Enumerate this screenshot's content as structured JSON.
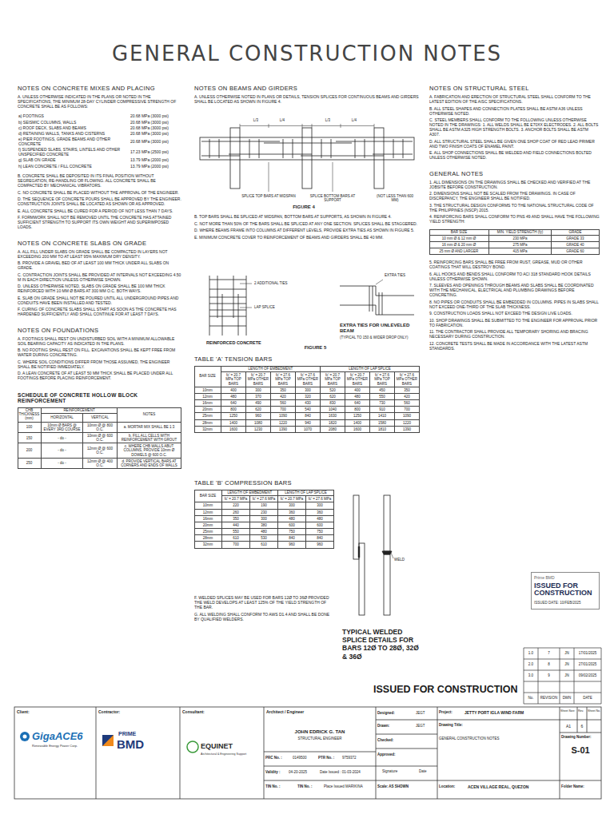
{
  "diagram": {
    "title": "GENERAL CONSTRUCTION NOTES",
    "nodes": [
      {
        "text": [
          "Prime BMD",
          "ISSUED FOR CONSTRUCTION",
          "ISSUED DATE: 10/FEB/2025"
        ]
      }
    ],
    "labels": [
      "NOTES ON CONCRETE MIXES AND PLACING",
      "A. UNLESS OTHERWISE INDICATED IN THE PLANS OR NOTED IN THE SPECIFICATIONS, THE MINIMUM 28-DAY CYLINDER COMPRESSIVE STRENGTH OF CONCRETE SHALL BE AS FOLLOWS:",
      "a) FOOTINGS",
      "20.68 MPa (3000 psi)",
      "b) SEISMIC COLUMNS, WALLS",
      "20.68 MPa (3000 psi)",
      "c) ROOF DECK, SLABS AND BEAMS",
      "20.68 MPa (3000 psi)",
      "d) RETAINING WALLS, TANKS AND CISTERNS",
      "20.68 MPa (3000 psi)",
      "e) PIER FOOTINGS, GRADE BEAMS AND OTHER CONCRETE",
      "20.68 MPa (3000 psi)",
      "f) SUSPENDED SLABS, STAIRS, LINTELS AND OTHER UNSPECIFIED CONCRETE",
      "17.23 MPa (2500 psi)",
      "g) SLAB ON GRADE",
      "13.79 MPa (2000 psi)",
      "h) LEAN CONCRETE / FILL CONCRETE",
      "13.79 MPa (2000 psi)",
      "B. CONCRETE SHALL BE DEPOSITED IN ITS FINAL POSITION WITHOUT SEGREGATION, RE-HANDLING OR FLOWING. ALL CONCRETE SHALL BE COMPACTED BY MECHANICAL VIBRATORS.",
      "C. NO CONCRETE SHALL BE PLACED WITHOUT THE APPROVAL OF THE ENGINEER.",
      "D. THE SEQUENCE OF CONCRETE POURS SHALL BE APPROVED BY THE ENGINEER. CONSTRUCTION JOINTS SHALL BE LOCATED AS SHOWN OR AS APPROVED.",
      "E. ALL CONCRETE SHALL BE CURED FOR A PERIOD OF NOT LESS THAN 7 DAYS.",
      "F. FORMWORK SHALL NOT BE REMOVED UNTIL THE CONCRETE HAS ATTAINED SUFFICIENT STRENGTH TO SUPPORT ITS OWN WEIGHT AND SUPERIMPOSED LOADS.",
      "NOTES ON CONCRETE SLABS ON GRADE",
      "A. ALL FILL UNDER SLABS ON GRADE SHALL BE COMPACTED IN LAYERS NOT EXCEEDING 200 MM TO AT LEAST 95% MAXIMUM DRY DENSITY.",
      "B. PROVIDE A GRAVEL BED OF AT LEAST 100 MM THICK UNDER ALL SLABS ON GRADE.",
      "C. CONTRACTION JOINTS SHALL BE PROVIDED AT INTERVALS NOT EXCEEDING 4.50 M IN EACH DIRECTION UNLESS OTHERWISE SHOWN.",
      "D. UNLESS OTHERWISE NOTED, SLABS ON GRADE SHALL BE 100 MM THICK REINFORCED WITH 10 MM Ø BARS AT 300 MM O.C. BOTH WAYS.",
      "E. SLAB ON GRADE SHALL NOT BE POURED UNTIL ALL UNDERGROUND PIPES AND CONDUITS HAVE BEEN INSTALLED AND TESTED.",
      "F. CURING OF CONCRETE SLABS SHALL START AS SOON AS THE CONCRETE HAS HARDENED SUFFICIENTLY AND SHALL CONTINUE FOR AT LEAST 7 DAYS.",
      "NOTES ON FOUNDATIONS",
      "A. FOOTINGS SHALL REST ON UNDISTURBED SOIL WITH A MINIMUM ALLOWABLE SOIL BEARING CAPACITY AS INDICATED IN THE PLANS.",
      "B. NO FOOTING SHALL REST ON FILL. EXCAVATIONS SHALL BE KEPT FREE FROM WATER DURING CONCRETING.",
      "C. WHERE SOIL CONDITIONS DIFFER FROM THOSE ASSUMED, THE ENGINEER SHALL BE NOTIFIED IMMEDIATELY.",
      "D. A LEAN CONCRETE OF AT LEAST 50 MM THICK SHALL BE PLACED UNDER ALL FOOTINGS BEFORE PLACING REINFORCEMENT.",
      "SCHEDULE OF CONCRETE HOLLOW BLOCK REINFORCEMENT",
      "CHB THICKNESS (mm)",
      "REINFORCEMENT",
      "NOTES",
      "HORIZONTAL",
      "VERTICAL",
      "100",
      "10mm Ø BARS @ EVERY 3RD COURSE",
      "10mm Ø @ 800 O.C.",
      "a. MORTAR MIX SHALL BE 1:3",
      "150",
      "- do -",
      "10mm Ø @ 600 O.C.",
      "b. FILL ALL CELLS WITH REINFORCEMENT WITH GROUT",
      "200",
      "- do -",
      "12mm Ø @ 600 O.C.",
      "c. WHERE CHB WALLS ABUT COLUMNS, PROVIDE 10mm Ø DOWELS @ 600 O.C.",
      "250",
      "- do -",
      "12mm Ø @ 400 O.C.",
      "d. PROVIDE VERTICAL BARS AT CORNERS AND ENDS OF WALLS",
      "NOTES ON BEAMS AND GIRDERS",
      "A. UNLESS OTHERWISE NOTED IN PLANS OR DETAILS, TENSION SPLICES FOR CONTINUOUS BEAMS AND GIRDERS SHALL BE LOCATED AS SHOWN IN FIGURE 4.",
      "L/3",
      "L/4",
      "L/3",
      "L/4",
      "SPLICE TOP BARS AT MIDSPAN",
      "SPLICE BOTTOM BARS AT SUPPORT",
      "(NOT LESS THAN 600 MM)",
      "FIGURE 4",
      "B. TOP BARS SHALL BE SPLICED AT MIDSPAN, BOTTOM BARS AT SUPPORTS, AS SHOWN IN FIGURE 4.",
      "C. NOT MORE THAN 50% OF THE BARS SHALL BE SPLICED AT ANY ONE SECTION. SPLICES SHALL BE STAGGERED.",
      "D. WHERE BEAMS FRAME INTO COLUMNS AT DIFFERENT LEVELS, PROVIDE EXTRA TIES AS SHOWN IN FIGURE 5.",
      "E. MINIMUM CONCRETE COVER TO REINFORCEMENT OF BEAMS AND GIRDERS SHALL BE 40 MM.",
      "2 ADDITIONAL TIES",
      "LAP SPLICE",
      "REINFORCED CONCRETE",
      "EXTRA TIES",
      "EXTRA TIES FOR UNLEVELED BEAM",
      "(TYPICAL TO 150 & WIDER DROP ONLY)",
      "FIGURE 5",
      "TABLE 'A' TENSION BARS",
      "BAR SIZE",
      "LENGTH OF EMBEDMENT",
      "LENGTH OF LAP SPLICE",
      "fc' = 20.7 MPa TOP BARS",
      "fc' = 20.7 MPa OTHER BARS",
      "fc' = 27.6 MPa TOP BARS",
      "fc' = 27.6 MPa OTHER BARS",
      "fc' = 20.7 MPa TOP BARS",
      "fc' = 20.7 MPa OTHER BARS",
      "fc' = 27.6 MPa TOP BARS",
      "fc' = 27.6 MPa OTHER BARS",
      "10mm",
      "400",
      "300",
      "350",
      "300",
      "520",
      "400",
      "450",
      "350",
      "12mm",
      "480",
      "370",
      "420",
      "320",
      "620",
      "480",
      "550",
      "420",
      "16mm",
      "640",
      "490",
      "560",
      "430",
      "830",
      "640",
      "730",
      "560",
      "20mm",
      "800",
      "620",
      "700",
      "540",
      "1040",
      "800",
      "910",
      "700",
      "25mm",
      "1250",
      "960",
      "1090",
      "840",
      "1630",
      "1250",
      "1410",
      "1090",
      "28mm",
      "1400",
      "1080",
      "1220",
      "940",
      "1820",
      "1400",
      "1580",
      "1220",
      "32mm",
      "1600",
      "1230",
      "1390",
      "1070",
      "2080",
      "1600",
      "1810",
      "1390",
      "TABLE 'B' COMPRESSION BARS",
      "BAR SIZE",
      "LENGTH OF EMBEDMENT",
      "LENGTH OF LAP SPLICE",
      "fc' = 20.7 MPa",
      "fc' = 27.6 MPa",
      "fc' = 20.7 MPa",
      "fc' = 27.6 MPa",
      "10mm",
      "220",
      "190",
      "300",
      "300",
      "12mm",
      "260",
      "230",
      "360",
      "360",
      "16mm",
      "350",
      "300",
      "480",
      "480",
      "20mm",
      "440",
      "380",
      "600",
      "600",
      "25mm",
      "550",
      "480",
      "750",
      "750",
      "28mm",
      "610",
      "530",
      "840",
      "840",
      "32mm",
      "700",
      "610",
      "960",
      "960",
      "WELD",
      "TYPICAL WELDED SPLICE DETAILS FOR BARS 12Ø TO 28Ø, 32Ø & 36Ø",
      "F. WELDED SPLICES MAY BE USED FOR BARS 12Ø TO 36Ø PROVIDED THE WELD DEVELOPS AT LEAST 125% OF THE YIELD STRENGTH OF THE BAR.",
      "G. ALL WELDING SHALL CONFORM TO AWS D1.4 AND SHALL BE DONE BY QUALIFIED WELDERS.",
      "NOTES ON STRUCTURAL STEEL",
      "A. FABRICATION AND ERECTION OF STRUCTURAL STEEL SHALL CONFORM TO THE LATEST EDITION OF THE AISC SPECIFICATIONS.",
      "B. ALL STEEL SHAPES AND CONNECTION PLATES SHALL BE ASTM A36 UNLESS OTHERWISE NOTED.",
      "C. STEEL MEMBERS SHALL CONFORM TO THE FOLLOWING UNLESS OTHERWISE NOTED IN THE DRAWINGS: 1. ALL WELDS SHALL BE E70XX ELECTRODES. 2. ALL BOLTS SHALL BE ASTM A325 HIGH STRENGTH BOLTS. 3. ANCHOR BOLTS SHALL BE ASTM A307.",
      "D. ALL STRUCTURAL STEEL SHALL BE GIVEN ONE SHOP COAT OF RED LEAD PRIMER AND TWO FINISH COATS OF ENAMEL PAINT.",
      "E. ALL SHOP CONNECTIONS SHALL BE WELDED AND FIELD CONNECTIONS BOLTED UNLESS OTHERWISE NOTED.",
      "GENERAL NOTES",
      "1. ALL DIMENSIONS ON THE DRAWINGS SHALL BE CHECKED AND VERIFIED AT THE JOBSITE BEFORE CONSTRUCTION.",
      "2. DIMENSIONS SHALL NOT BE SCALED FROM THE DRAWINGS. IN CASE OF DISCREPANCY, THE ENGINEER SHALL BE NOTIFIED.",
      "3. THE STRUCTURAL DESIGN CONFORMS TO THE NATIONAL STRUCTURAL CODE OF THE PHILIPPINES (NSCP) 2015.",
      "4. REINFORCING BARS SHALL CONFORM TO PNS 49 AND SHALL HAVE THE FOLLOWING YIELD STRENGTH:",
      "BAR SIZE",
      "MIN. YIELD STRENGTH (fy)",
      "GRADE",
      "10 mm Ø & 12 mm Ø",
      "230 MPa",
      "GRADE 33",
      "16 mm Ø & 20 mm Ø",
      "275 MPa",
      "GRADE 40",
      "25 mm Ø AND LARGER",
      "415 MPa",
      "GRADE 60",
      "5. REINFORCING BARS SHALL BE FREE FROM RUST, GREASE, MUD OR OTHER COATINGS THAT WILL DESTROY BOND.",
      "6. ALL HOOKS AND BENDS SHALL CONFORM TO ACI 318 STANDARD HOOK DETAILS UNLESS OTHERWISE SHOWN.",
      "7. SLEEVES AND OPENINGS THROUGH BEAMS AND SLABS SHALL BE COORDINATED WITH THE MECHANICAL, ELECTRICAL AND PLUMBING DRAWINGS BEFORE CONCRETING.",
      "8. NO PIPES OR CONDUITS SHALL BE EMBEDDED IN COLUMNS. PIPES IN SLABS SHALL NOT EXCEED ONE-THIRD OF THE SLAB THICKNESS.",
      "9. CONSTRUCTION LOADS SHALL NOT EXCEED THE DESIGN LIVE LOADS.",
      "10. SHOP DRAWINGS SHALL BE SUBMITTED TO THE ENGINEER FOR APPROVAL PRIOR TO FABRICATION.",
      "11. THE CONTRACTOR SHALL PROVIDE ALL TEMPORARY SHORING AND BRACING NECESSARY DURING CONSTRUCTION.",
      "12. CONCRETE TESTS SHALL BE MADE IN ACCORDANCE WITH THE LATEST ASTM STANDARDS.",
      "ISSUED FOR CONSTRUCTION",
      "1.0",
      "7",
      "JN",
      "17/01/2025",
      "2.0",
      "8",
      "JN",
      "27/01/2025",
      "3.0",
      "9",
      "JN",
      "09/02/2025",
      "No.",
      "REVISION",
      "DWN",
      "DATE",
      "Client:",
      "GigaACE6",
      "Renewable Energy Power Corp.",
      "Contractor:",
      "PRIME",
      "BMD",
      "Consultant:",
      "EQUINET",
      "Architectural & Engineering Support",
      "Architect / Engineer",
      "JOHN EDRICK G. TAN",
      "STRUCTURAL ENGINEER",
      "PRC No. :",
      "0149500",
      "PTR No. :",
      "9759372",
      "Validity :",
      "04-20-2025",
      "Date Issued : 01-03-2024",
      "TIN No. :",
      "TIN No. :",
      "Place Issued MARIKINA",
      "Designed:",
      "JEGT",
      "Drawn:",
      "JEGT",
      "Checked:",
      "Approved:",
      "Signature",
      "Date",
      "Scale: AS SHOWN",
      "Project:",
      "JETTY PORT IGLA WIND FARM",
      "Drawing Title:",
      "GENERAL CONSTRUCTION NOTES",
      "Location:",
      "ACEN VILLAGE REAL, QUEZON",
      "Sheet Size:",
      "Rev.",
      "Sheet No.",
      "A1",
      "6",
      "Drawing Number:",
      "S-01",
      "Folder Name:"
    ]
  }
}
